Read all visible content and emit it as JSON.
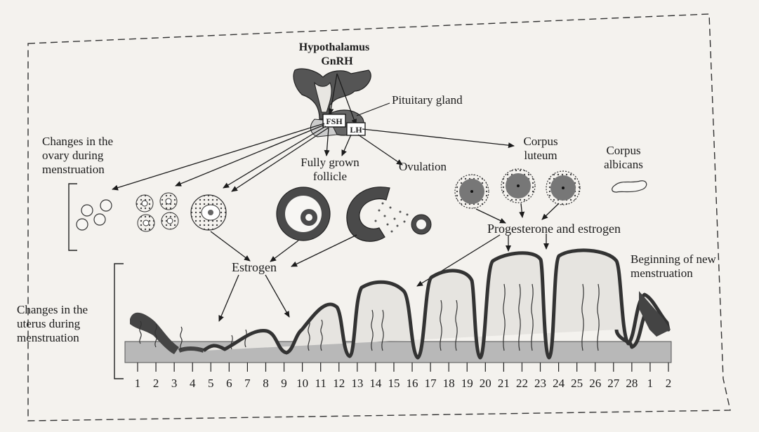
{
  "hypothalamus": {
    "title": "Hypothalamus",
    "hormone": "GnRH"
  },
  "pituitary": {
    "label": "Pituitary gland",
    "fsh": "FSH",
    "lh": "LH"
  },
  "ovary": {
    "heading": "Changes in the ovary during menstruation",
    "fully_grown_follicle": "Fully grown follicle",
    "ovulation": "Ovulation",
    "corpus_luteum": "Corpus luteum",
    "corpus_albicans": "Corpus albicans"
  },
  "hormones": {
    "estrogen": "Estrogen",
    "progesterone_estrogen": "Progesterone and estrogen"
  },
  "uterus": {
    "heading": "Changes in the uterus during menstruation",
    "new_menstruation": "Beginning of new menstruation"
  },
  "days": [
    "1",
    "2",
    "3",
    "4",
    "5",
    "6",
    "7",
    "8",
    "9",
    "10",
    "11",
    "12",
    "13",
    "14",
    "15",
    "16",
    "17",
    "18",
    "19",
    "20",
    "21",
    "22",
    "23",
    "24",
    "25",
    "26",
    "27",
    "28",
    "1",
    "2"
  ]
}
